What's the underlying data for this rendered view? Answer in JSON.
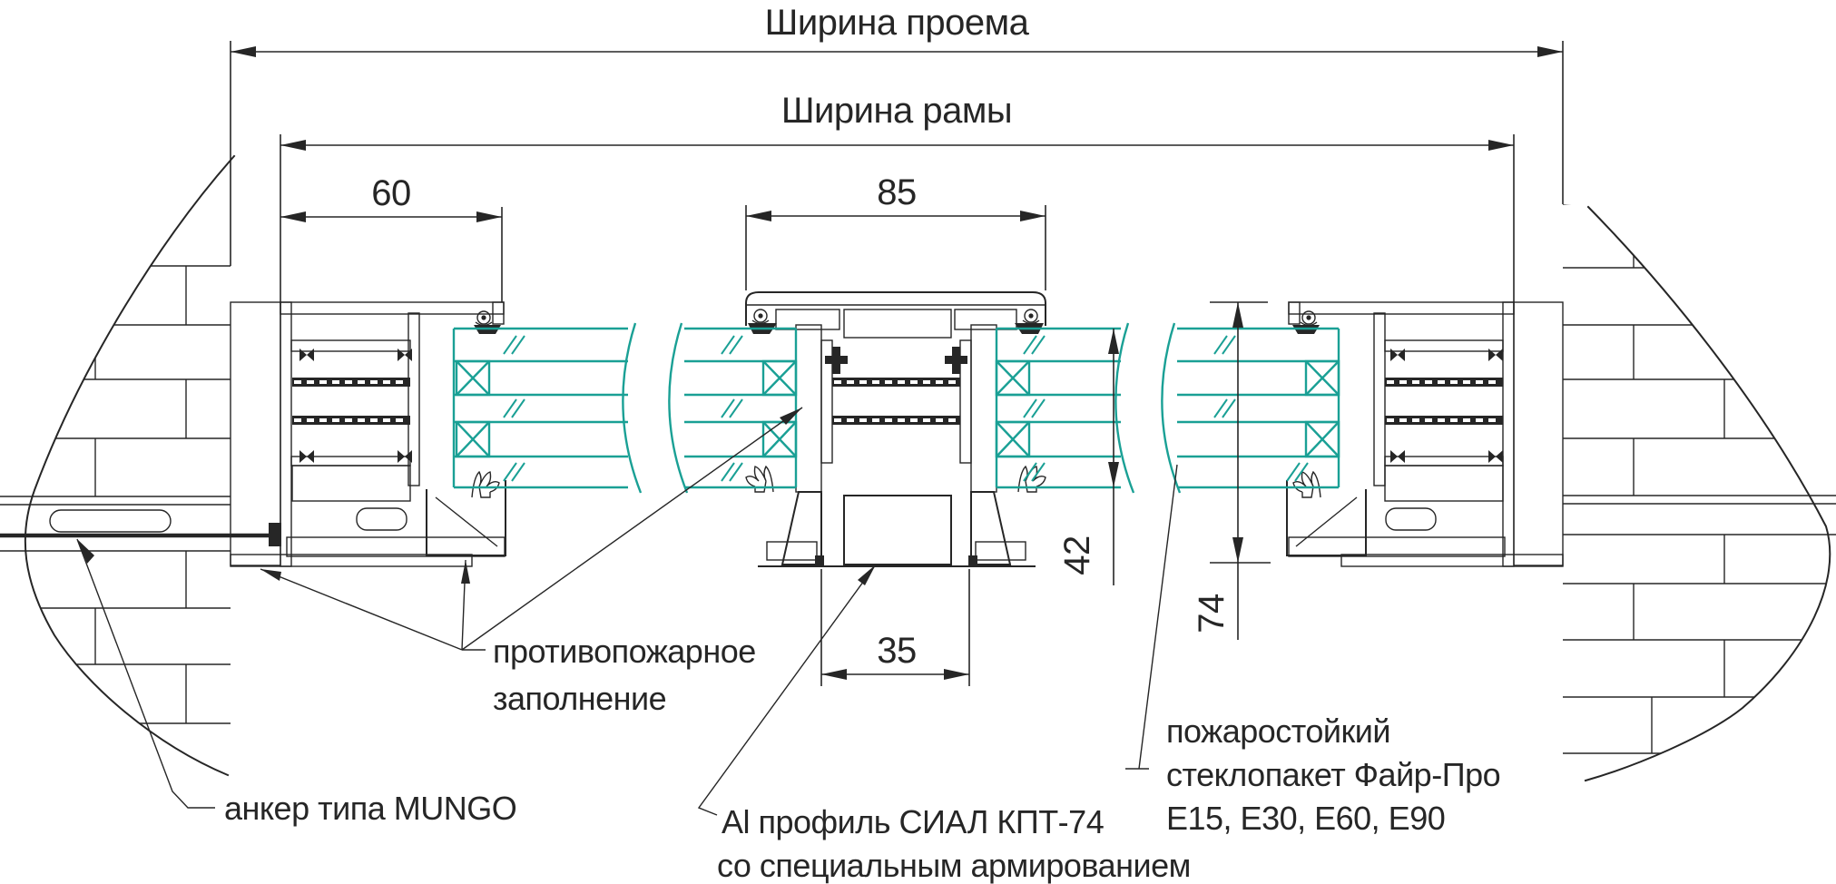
{
  "drawing": {
    "title_semantic": "fire-resistant aluminium window cross-section",
    "dims": {
      "opening_width": "Ширина проема",
      "frame_width": "Ширина рамы",
      "d60": "60",
      "d85": "85",
      "d35": "35",
      "d42": "42",
      "d74": "74"
    },
    "labels": {
      "fire_fill": {
        "line1": "противопожарное",
        "line2": "заполнение"
      },
      "anchor": "анкер типа MUNGO",
      "profile": {
        "line1": "Al профиль СИАЛ КПТ-74",
        "line2": "со специальным армированием"
      },
      "glazing": {
        "line1": "пожаростойкий",
        "line2": "стеклопакет Файр-Про",
        "line3": "E15, E30, E60, E90"
      }
    },
    "colors": {
      "line": "#262626",
      "glass": "#1aa095",
      "background": "#ffffff"
    }
  }
}
